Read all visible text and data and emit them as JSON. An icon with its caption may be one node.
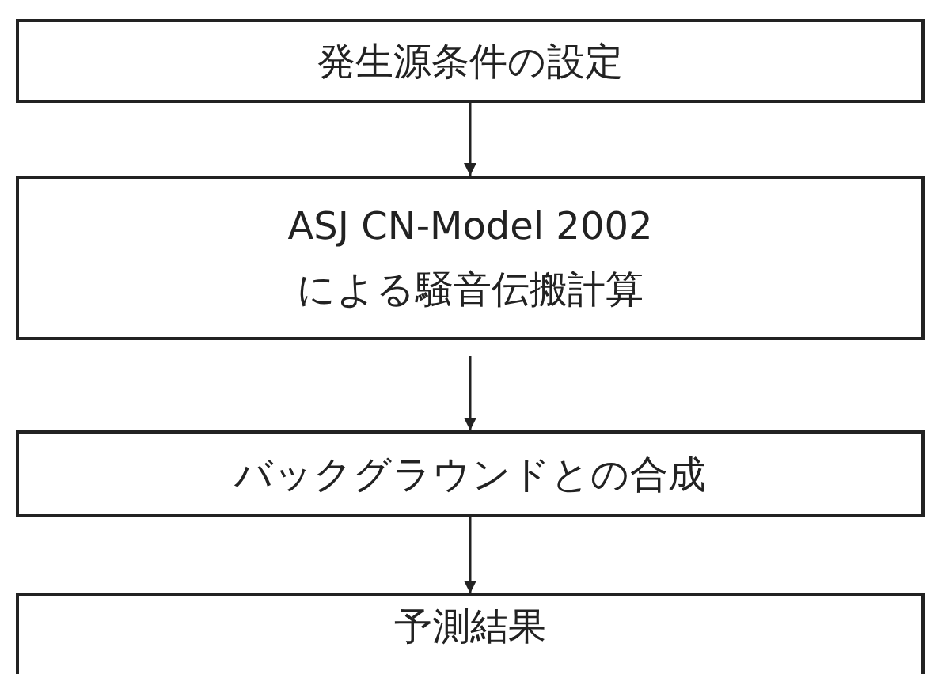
{
  "diagram": {
    "nodes": [
      {
        "text": [
          "発生源条件の設定"
        ]
      },
      {
        "text": [
          "ASJ CN-Model 2002 による騒音伝搬計算"
        ]
      },
      {
        "text": [
          "バックグラウンドとの合成"
        ]
      },
      {
        "text": [
          "予測結果"
        ]
      }
    ],
    "edges": [
      {
        "from": 0,
        "to": 1,
        "arrow": "to"
      },
      {
        "from": 1,
        "to": 2,
        "arrow": "to"
      },
      {
        "from": 2,
        "to": 3,
        "arrow": "to"
      }
    ]
  }
}
